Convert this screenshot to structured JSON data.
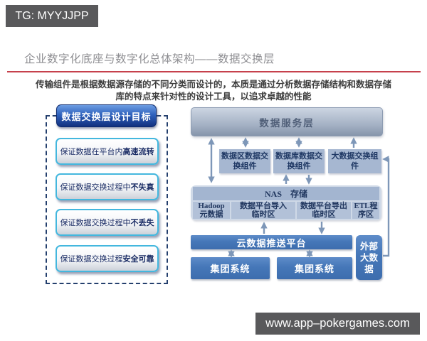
{
  "watermark_top": {
    "text": "TG: MYYJJPP"
  },
  "watermark_bottom": {
    "text": "www.app–pokergames.com"
  },
  "slide": {
    "title": "企业数字化底座与数字化总体架构——数据交换层",
    "intro_line1": "传输组件是根据数据源存储的不同分类而设计的，本质是通过分析数据存储结构和数据存储",
    "intro_line2": "库的特点来针对性的设计工具，以追求卓越的性能"
  },
  "goals": {
    "header": "数据交换层设计目标",
    "items": [
      {
        "prefix": "保证数据在平台内",
        "emphasis": "高速流转"
      },
      {
        "prefix": "保证数据交换过程中",
        "emphasis": "不失真"
      },
      {
        "prefix": "保证数据交换过程中",
        "emphasis": "不丢失"
      },
      {
        "prefix": "保证数据交换过程",
        "emphasis": "安全可靠"
      }
    ]
  },
  "diagram": {
    "service_layer": "数据服务层",
    "components": [
      {
        "label": "数据区数据交换组件"
      },
      {
        "label": "数据库数据交换组件"
      },
      {
        "label": "大数据交换组件"
      }
    ],
    "nas": {
      "header": "NAS　存储",
      "cells": [
        {
          "label": "Hadoop元数据"
        },
        {
          "label": "数据平台导入临时区"
        },
        {
          "label": "数据平台导出临时区"
        },
        {
          "label": "ETL程序区"
        }
      ]
    },
    "cloud_platform": "云数据推送平台",
    "group_systems": [
      {
        "label": "集团系统"
      },
      {
        "label": "集团系统"
      }
    ],
    "external_bigdata": "外部大数据"
  },
  "colors": {
    "accent_red": "#c6414c",
    "deep_blue": "#12307f",
    "goal_button_border": "#43b7de",
    "diagram_light_blue": "#a6b7d1",
    "diagram_dark_blue": "#4577b8",
    "arrow": "#7e97b8",
    "watermark_bg": "#59595b"
  }
}
